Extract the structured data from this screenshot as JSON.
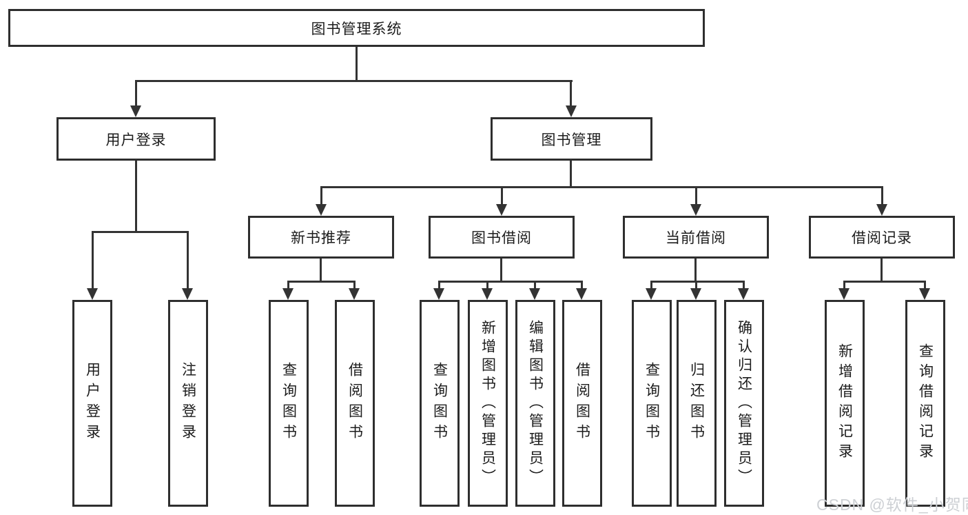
{
  "colors": {
    "line": "#333333",
    "text": "#1c1c1c",
    "background": "#ffffff",
    "watermark": "#cdd0d4"
  },
  "watermark": {
    "text": "CSDN @软件_小贺同学"
  },
  "diagram": {
    "root": {
      "label": "图书管理系统"
    },
    "branches": {
      "user": {
        "label": "用户登录",
        "children": [
          "用户登录",
          "注销登录"
        ]
      },
      "book": {
        "label": "图书管理"
      }
    },
    "modules": [
      {
        "label": "新书推荐",
        "children": [
          "查询图书",
          "借阅图书"
        ]
      },
      {
        "label": "图书借阅",
        "children": [
          "查询图书",
          "新增图书（管理员）",
          "编辑图书（管理员）",
          "借阅图书"
        ]
      },
      {
        "label": "当前借阅",
        "children": [
          "查询图书",
          "归还图书",
          "确认归还（管理员）"
        ]
      },
      {
        "label": "借阅记录",
        "children": [
          "新增借阅记录",
          "查询借阅记录"
        ]
      }
    ]
  }
}
